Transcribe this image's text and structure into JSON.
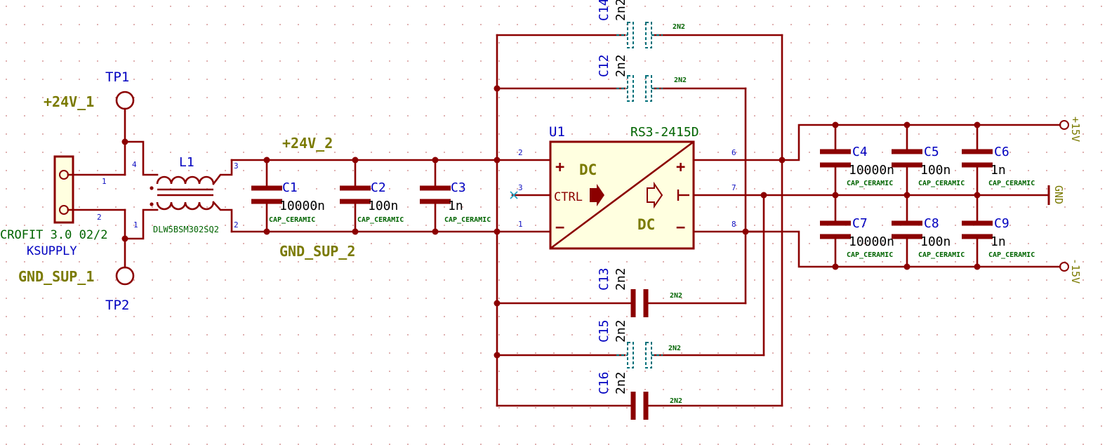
{
  "nets": {
    "p24_1": "+24V_1",
    "gnd_sup_1": "GND_SUP_1",
    "p24_2": "+24V_2",
    "gnd_sup_2": "GND_SUP_2",
    "p15": "+15V",
    "gnd": "GND",
    "m15": "-15V"
  },
  "testpoints": [
    {
      "ref": "TP1"
    },
    {
      "ref": "TP2"
    }
  ],
  "connector": {
    "value": "CROFIT 3.0 02/2",
    "ref": "KSUPPLY",
    "pins": [
      "1",
      "2"
    ]
  },
  "inductor": {
    "ref": "L1",
    "value": "DLW5BSM302SQ2",
    "pins": [
      "4",
      "3",
      "1",
      "2"
    ]
  },
  "converter": {
    "ref": "U1",
    "value": "RS3-2415D",
    "in_label": "DC",
    "out_label": "DC",
    "ctrl_label": "CTRL",
    "pins": {
      "vin_p": "2",
      "ctrl": "3",
      "vin_n": "1",
      "vout_p": "6",
      "com": "7",
      "vout_n": "8"
    }
  },
  "input_caps": [
    {
      "ref": "C1",
      "value": "10000n",
      "type": "CAP_CERAMIC"
    },
    {
      "ref": "C2",
      "value": "100n",
      "type": "CAP_CERAMIC"
    },
    {
      "ref": "C3",
      "value": "1n",
      "type": "CAP_CERAMIC"
    }
  ],
  "output_caps_top": [
    {
      "ref": "C4",
      "value": "10000n",
      "type": "CAP_CERAMIC"
    },
    {
      "ref": "C5",
      "value": "100n",
      "type": "CAP_CERAMIC"
    },
    {
      "ref": "C6",
      "value": "1n",
      "type": "CAP_CERAMIC"
    }
  ],
  "output_caps_bottom": [
    {
      "ref": "C7",
      "value": "10000n",
      "type": "CAP_CERAMIC"
    },
    {
      "ref": "C8",
      "value": "100n",
      "type": "CAP_CERAMIC"
    },
    {
      "ref": "C9",
      "value": "1n",
      "type": "CAP_CERAMIC"
    }
  ],
  "isolation_caps": [
    {
      "ref": "C14",
      "value": "2n2",
      "label": "2N2"
    },
    {
      "ref": "C12",
      "value": "2n2",
      "label": "2N2"
    },
    {
      "ref": "C13",
      "value": "2n2",
      "label": "2N2"
    },
    {
      "ref": "C15",
      "value": "2n2",
      "label": "2N2"
    },
    {
      "ref": "C16",
      "value": "2n2",
      "label": "2N2"
    }
  ],
  "colors": {
    "wire": "#8b0000",
    "reference": "#0000c0",
    "net_label": "#7a7a00",
    "footprint": "#006400",
    "dnp_capacitor": "#00707a",
    "grid": "#c87878"
  }
}
